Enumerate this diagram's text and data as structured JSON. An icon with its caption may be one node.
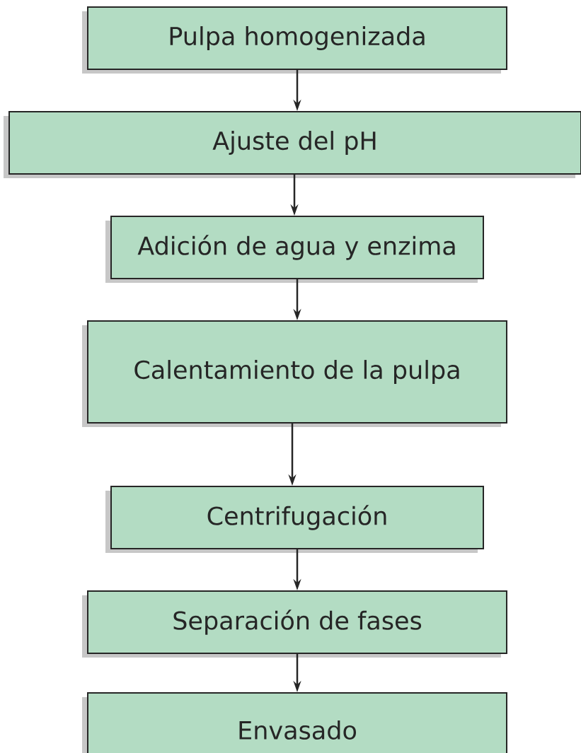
{
  "diagram": {
    "nodes": [
      {
        "text": [
          "Pulpa homogenizada"
        ]
      },
      {
        "text": [
          "Ajuste del pH"
        ]
      },
      {
        "text": [
          "Adición de agua y enzima"
        ]
      },
      {
        "text": [
          "Calentamiento de la pulpa"
        ]
      },
      {
        "text": [
          "Centrifugación"
        ]
      },
      {
        "text": [
          "Separación de fases"
        ]
      },
      {
        "text": [
          "Envasado"
        ]
      }
    ],
    "edges": [
      {
        "from": 0,
        "to": 1,
        "arrow": "to"
      },
      {
        "from": 1,
        "to": 2,
        "arrow": "to"
      },
      {
        "from": 2,
        "to": 3,
        "arrow": "to"
      },
      {
        "from": 3,
        "to": 4,
        "arrow": "to"
      },
      {
        "from": 4,
        "to": 5,
        "arrow": "to"
      },
      {
        "from": 5,
        "to": 6,
        "arrow": "to"
      }
    ]
  }
}
